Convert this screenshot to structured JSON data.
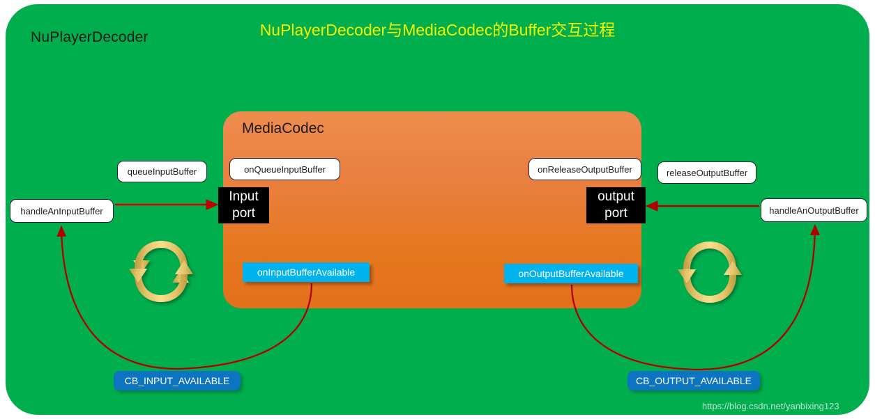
{
  "diagram": {
    "title": "NuPlayerDecoder与MediaCodec的Buffer交互过程",
    "outer_label": "NuPlayerDecoder",
    "codec_label": "MediaCodec",
    "watermark": "https://blog.csdn.net/yanbixing123"
  },
  "ports": {
    "input": "Input\nport",
    "input_line1": "Input",
    "input_line2": "port",
    "output_line1": "output",
    "output_line2": "port"
  },
  "callouts": {
    "queue_input_buffer": "queueInputBuffer",
    "on_queue_input_buffer": "onQueueInputBuffer",
    "handle_an_input_buffer": "handleAnInputBuffer",
    "on_release_output_buffer": "onReleaseOutputBuffer",
    "release_output_buffer": "releaseOutputBuffer",
    "handle_an_output_buffer": "handleAnOutputBuffer",
    "on_input_buffer_available": "onInputBufferAvailable",
    "on_output_buffer_available": "onOutputBufferAvailable",
    "cb_input_available": "CB_INPUT_AVAILABLE",
    "cb_output_available": "CB_OUTPUT_AVAILABLE"
  },
  "colors": {
    "background_green": "#00AE4D",
    "codec_orange_top": "#EE8C4E",
    "codec_orange_bottom": "#E2701C",
    "title_yellow": "#F2F200",
    "cyan_callout": "#00B3EE",
    "blue_callout": "#0C74C0",
    "arrow_red": "#B00000",
    "port_black": "#000000",
    "recycle_gold": "#D8AE4A"
  },
  "icons": {
    "recycle_left": "recycle-loop-icon",
    "recycle_right": "recycle-loop-icon"
  }
}
